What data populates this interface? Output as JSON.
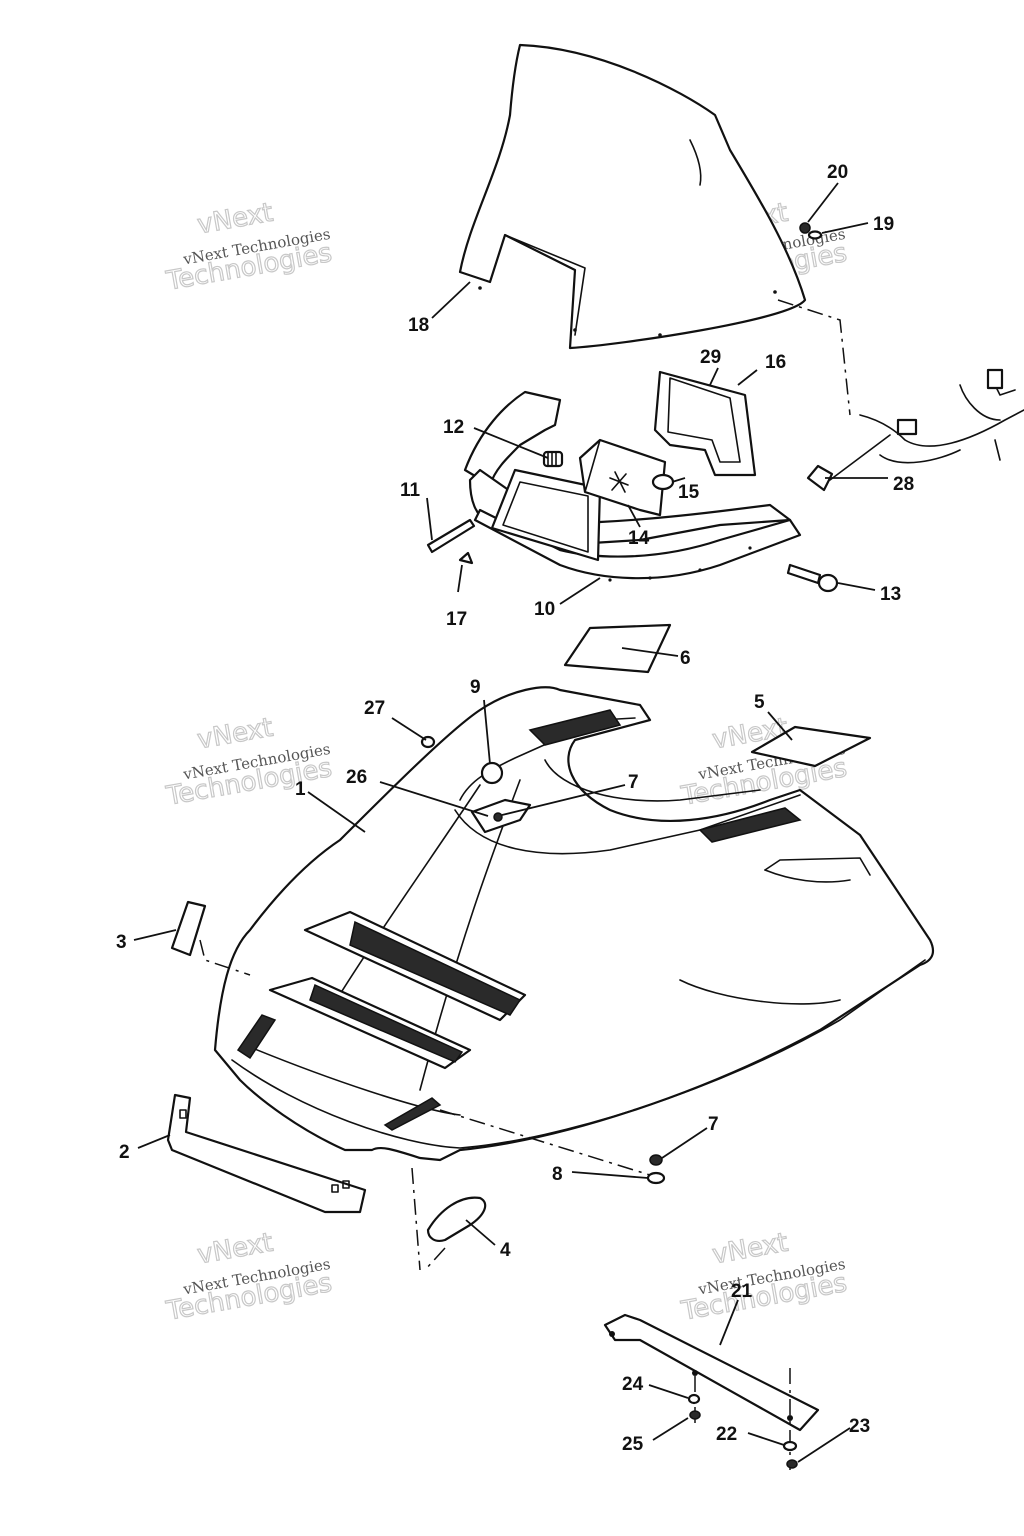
{
  "watermark": {
    "line_top": "vNext",
    "line_mid": "vNext Technologies",
    "line_bottom": "Technologies"
  },
  "callouts": {
    "c1": "1",
    "c2": "2",
    "c3": "3",
    "c4": "4",
    "c5": "5",
    "c6": "6",
    "c7a": "7",
    "c7b": "7",
    "c8": "8",
    "c9": "9",
    "c10": "10",
    "c11": "11",
    "c12": "12",
    "c13": "13",
    "c14": "14",
    "c15": "15",
    "c16": "16",
    "c17": "17",
    "c18": "18",
    "c19": "19",
    "c20": "20",
    "c21": "21",
    "c22": "22",
    "c23": "23",
    "c24": "24",
    "c25": "25",
    "c26": "26",
    "c27": "27",
    "c28": "28",
    "c29": "29"
  }
}
